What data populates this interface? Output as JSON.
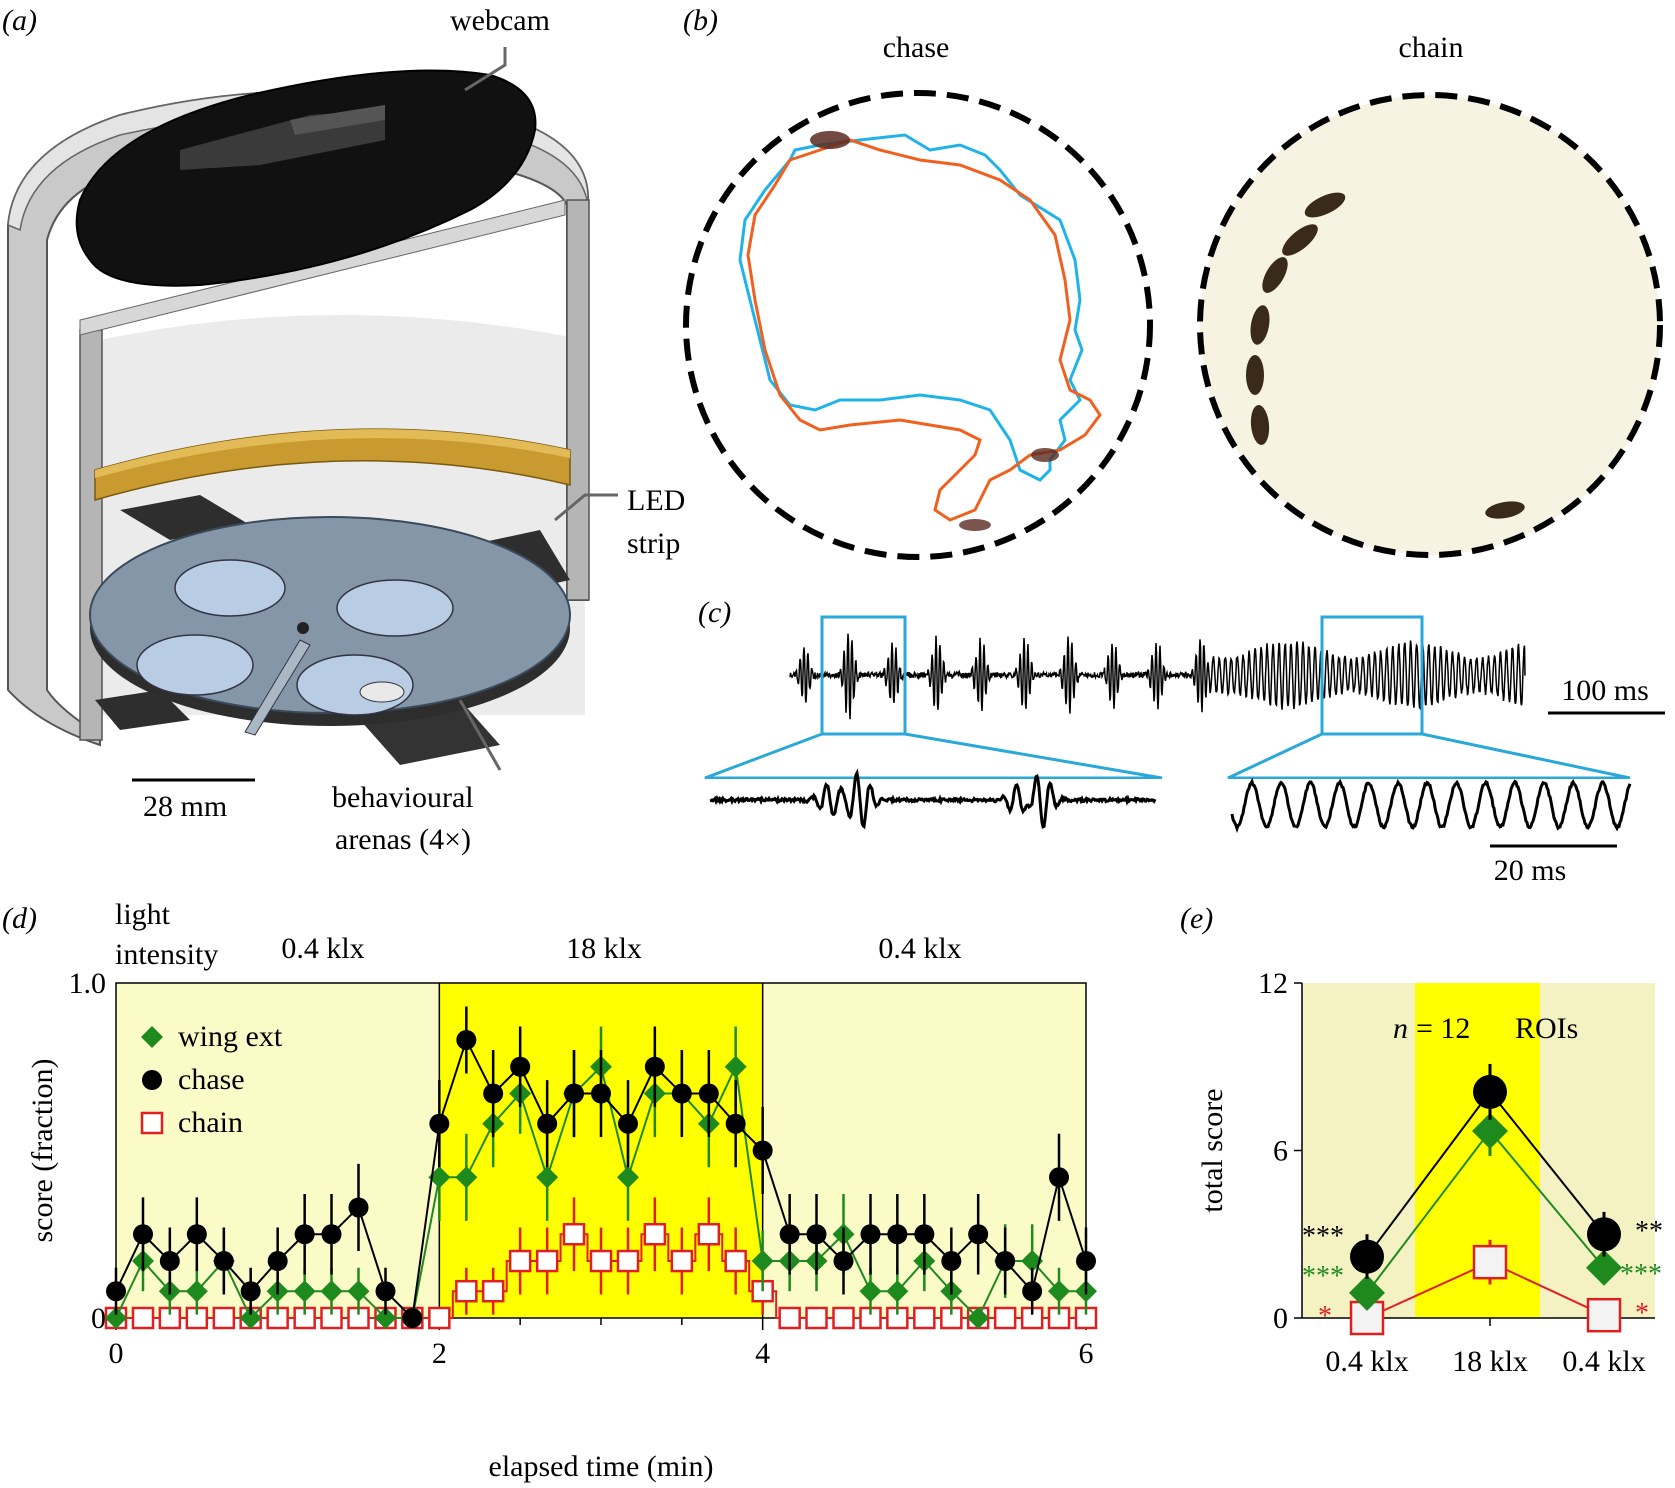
{
  "panels": {
    "a": {
      "label": "(a)",
      "callouts": {
        "webcam": "webcam",
        "led_line1": "LED",
        "led_line2": "strip",
        "arena_line1": "behavioural",
        "arena_line2": "arenas (4×)"
      },
      "scalebar": "28 mm"
    },
    "b": {
      "label": "(b)",
      "left_title": "chase",
      "right_title": "chain",
      "track_colors": {
        "fly1": "#1fb3e8",
        "fly2": "#f0601e"
      }
    },
    "c": {
      "label": "(c)",
      "scalebar_top": "100 ms",
      "scalebar_bottom": "20 ms",
      "box_color": "#2aa8d8"
    },
    "d": {
      "label": "(d)",
      "header_line1": "light",
      "header_line2": "intensity",
      "phases": [
        "0.4 klx",
        "18 klx",
        "0.4 klx"
      ]
    },
    "e": {
      "label": "(e)",
      "annotation_n": "n",
      "annotation_eq": "= 12",
      "annotation_rois": "ROIs",
      "left_stars": {
        "chase": "***",
        "wing": "***",
        "chain": "*"
      },
      "right_stars": {
        "chase": "**",
        "wing": "***",
        "chain": "*"
      }
    }
  },
  "chart_data": [
    {
      "panel": "d",
      "type": "line",
      "xlabel": "elapsed time (min)",
      "ylabel": "score (fraction)",
      "xlim": [
        0,
        6
      ],
      "ylim": [
        0,
        1.0
      ],
      "xticks": [
        "0",
        "2",
        "4",
        "6"
      ],
      "yticks": [
        "0",
        "1.0"
      ],
      "shading": [
        {
          "from": 0,
          "to": 2,
          "color": "#fbfbc8"
        },
        {
          "from": 2,
          "to": 4,
          "color": "#ffff00"
        },
        {
          "from": 4,
          "to": 6,
          "color": "#fbfbc8"
        }
      ],
      "x": [
        0,
        0.167,
        0.333,
        0.5,
        0.667,
        0.833,
        1.0,
        1.167,
        1.333,
        1.5,
        1.667,
        1.833,
        2.0,
        2.167,
        2.333,
        2.5,
        2.667,
        2.833,
        3.0,
        3.167,
        3.333,
        3.5,
        3.667,
        3.833,
        4.0,
        4.167,
        4.333,
        4.5,
        4.667,
        4.833,
        5.0,
        5.167,
        5.333,
        5.5,
        5.667,
        5.833,
        6.0
      ],
      "legend": [
        "wing ext",
        "chase",
        "chain"
      ],
      "series": [
        {
          "name": "wing ext",
          "color": "#1e8a1e",
          "marker": "diamond",
          "values": [
            0,
            0.17,
            0.08,
            0.08,
            0.17,
            0,
            0.08,
            0.08,
            0.08,
            0.08,
            0,
            0,
            0.42,
            0.42,
            0.58,
            0.67,
            0.42,
            0.67,
            0.75,
            0.42,
            0.67,
            0.67,
            0.58,
            0.75,
            0.17,
            0.17,
            0.17,
            0.25,
            0.08,
            0.08,
            0.17,
            0.08,
            0,
            0.17,
            0.17,
            0.08,
            0.08
          ],
          "errors": [
            0,
            0.09,
            0.07,
            0.07,
            0.09,
            0,
            0.07,
            0.07,
            0.07,
            0.07,
            0,
            0,
            0.13,
            0.13,
            0.13,
            0.12,
            0.13,
            0.13,
            0.12,
            0.13,
            0.13,
            0.12,
            0.13,
            0.12,
            0.09,
            0.09,
            0.09,
            0.12,
            0.07,
            0.07,
            0.09,
            0.07,
            0,
            0.11,
            0.11,
            0.07,
            0.07
          ]
        },
        {
          "name": "chase",
          "color": "#000000",
          "marker": "circle",
          "values": [
            0.08,
            0.25,
            0.17,
            0.25,
            0.17,
            0.08,
            0.17,
            0.25,
            0.25,
            0.33,
            0.08,
            0,
            0.58,
            0.83,
            0.67,
            0.75,
            0.58,
            0.67,
            0.67,
            0.58,
            0.75,
            0.67,
            0.67,
            0.58,
            0.5,
            0.25,
            0.25,
            0.17,
            0.25,
            0.25,
            0.25,
            0.17,
            0.25,
            0.17,
            0.08,
            0.42,
            0.17
          ],
          "errors": [
            0.07,
            0.11,
            0.1,
            0.11,
            0.1,
            0.07,
            0.1,
            0.12,
            0.12,
            0.13,
            0.07,
            0,
            0.13,
            0.1,
            0.13,
            0.12,
            0.13,
            0.13,
            0.13,
            0.13,
            0.12,
            0.13,
            0.13,
            0.13,
            0.13,
            0.12,
            0.12,
            0.1,
            0.12,
            0.12,
            0.12,
            0.1,
            0.12,
            0.1,
            0.07,
            0.13,
            0.1
          ]
        },
        {
          "name": "chain",
          "color": "#e02020",
          "marker": "open-square",
          "values": [
            0,
            0,
            0,
            0,
            0,
            0,
            0,
            0,
            0,
            0,
            0,
            0,
            0,
            0.08,
            0.08,
            0.17,
            0.17,
            0.25,
            0.17,
            0.17,
            0.25,
            0.17,
            0.25,
            0.17,
            0.08,
            0,
            0,
            0,
            0,
            0,
            0,
            0,
            0,
            0,
            0,
            0,
            0
          ],
          "errors": [
            0,
            0,
            0,
            0,
            0,
            0,
            0,
            0,
            0,
            0,
            0,
            0,
            0,
            0.07,
            0.07,
            0.1,
            0.1,
            0.11,
            0.1,
            0.1,
            0.11,
            0.1,
            0.11,
            0.1,
            0.07,
            0,
            0,
            0,
            0,
            0,
            0,
            0,
            0,
            0,
            0,
            0,
            0
          ]
        }
      ]
    },
    {
      "panel": "e",
      "type": "line",
      "ylabel": "total score",
      "ylim": [
        0,
        12
      ],
      "yticks": [
        "0",
        "6",
        "12"
      ],
      "categories": [
        "0.4 klx",
        "18 klx",
        "0.4 klx"
      ],
      "shading": [
        "#f4f2c2",
        "#ffff00",
        "#f4f2c2"
      ],
      "series": [
        {
          "name": "chase",
          "color": "#000000",
          "marker": "circle",
          "values": [
            2.2,
            8.1,
            3.0
          ],
          "errors": [
            0.8,
            1.0,
            0.8
          ]
        },
        {
          "name": "wing ext",
          "color": "#1e8a1e",
          "marker": "diamond",
          "values": [
            0.9,
            6.7,
            1.8
          ],
          "errors": [
            0.4,
            0.9,
            0.6
          ]
        },
        {
          "name": "chain",
          "color": "#e02020",
          "marker": "open-square",
          "values": [
            0,
            2.0,
            0.1
          ],
          "errors": [
            0,
            0.8,
            0.1
          ]
        }
      ]
    }
  ]
}
